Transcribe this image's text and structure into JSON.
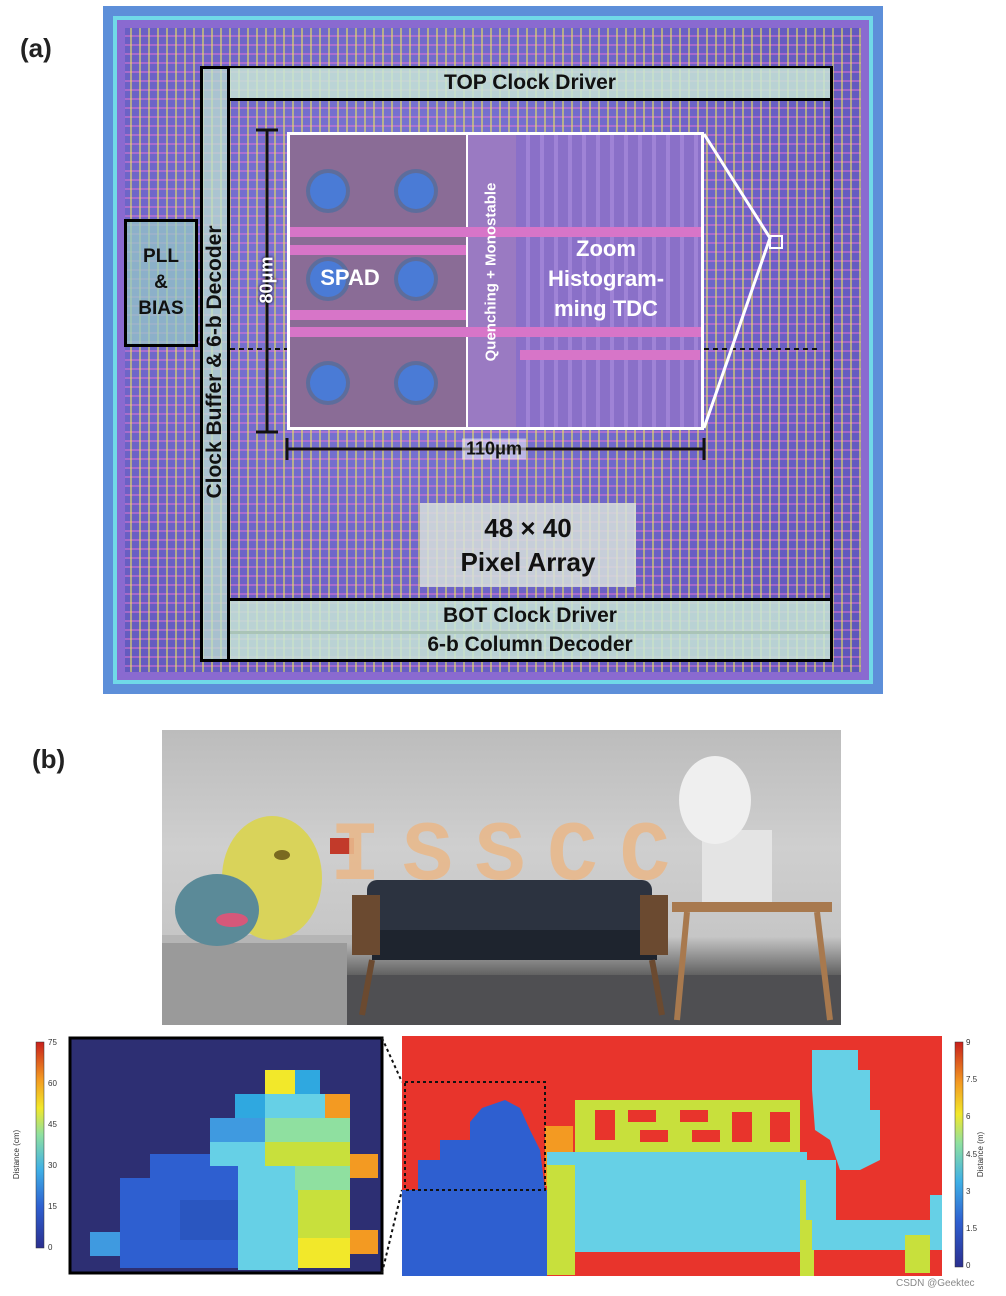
{
  "panel_a": {
    "label": "(a)",
    "top_clock_driver": "TOP Clock Driver",
    "bot_clock_driver": "BOT Clock Driver",
    "column_decoder": "6-b Column Decoder",
    "clock_buffer": "Clock Buffer & 6-b Decoder",
    "pll_lines": [
      "PLL",
      "&",
      "BIAS"
    ],
    "pixel_array_lines": [
      "48 × 40",
      "Pixel Array"
    ],
    "zoom": {
      "spad": "SPAD",
      "quenching": "Quenching + Monostable",
      "tdc_lines": [
        "Zoom",
        "Histogram-",
        "ming TDC"
      ],
      "height_dim": "80μm",
      "width_dim": "110μm"
    }
  },
  "panel_b": {
    "label": "(b)",
    "photo_sign": "ISSCC",
    "colorbar_left": {
      "title": "Distance (cm)",
      "ticks": [
        "75",
        "60",
        "45",
        "30",
        "15",
        "0"
      ]
    },
    "colorbar_right": {
      "title": "Distance (m)",
      "ticks": [
        "9",
        "7.5",
        "6",
        "4.5",
        "3",
        "1.5",
        "0"
      ]
    }
  },
  "credit": "CSDN @Geektec",
  "colors": {
    "dark_blue": "#2d2f73",
    "blue": "#2e5fd0",
    "light_blue": "#3f9ae0",
    "cyan": "#66d0e6",
    "yellow_green": "#c8e03c",
    "yellow": "#f2e82a",
    "orange": "#f39a22",
    "red": "#e8342c"
  }
}
